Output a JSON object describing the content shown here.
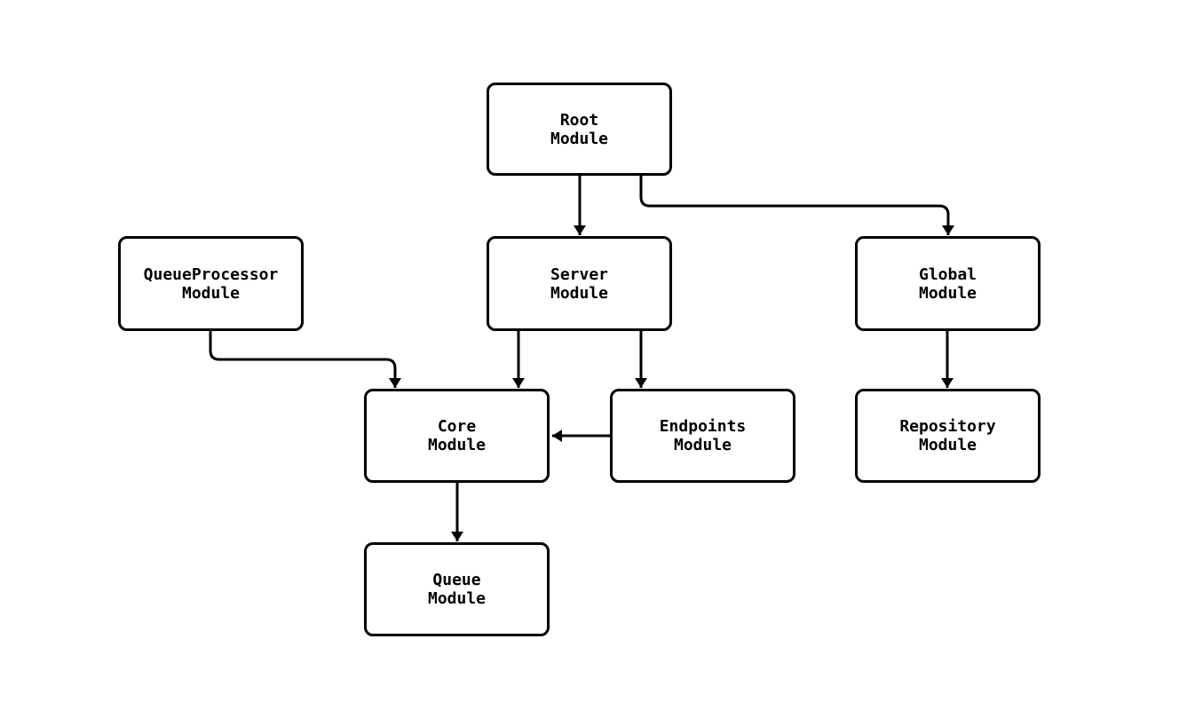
{
  "diagram": {
    "type": "flowchart",
    "direction": "top-down",
    "colors": {
      "background": "#ffffff",
      "node_fill": "#ffffff",
      "node_border": "#000000",
      "text": "#000000",
      "edge": "#000000"
    },
    "nodes": [
      {
        "id": "root",
        "lines": [
          "Root",
          "Module"
        ]
      },
      {
        "id": "queueprocessor",
        "lines": [
          "QueueProcessor",
          "Module"
        ]
      },
      {
        "id": "server",
        "lines": [
          "Server",
          "Module"
        ]
      },
      {
        "id": "global",
        "lines": [
          "Global",
          "Module"
        ]
      },
      {
        "id": "core",
        "lines": [
          "Core",
          "Module"
        ]
      },
      {
        "id": "endpoints",
        "lines": [
          "Endpoints",
          "Module"
        ]
      },
      {
        "id": "repository",
        "lines": [
          "Repository",
          "Module"
        ]
      },
      {
        "id": "queue",
        "lines": [
          "Queue",
          "Module"
        ]
      }
    ],
    "edges": [
      {
        "from": "root",
        "to": "server"
      },
      {
        "from": "root",
        "to": "global"
      },
      {
        "from": "queueprocessor",
        "to": "core"
      },
      {
        "from": "server",
        "to": "core"
      },
      {
        "from": "server",
        "to": "endpoints"
      },
      {
        "from": "endpoints",
        "to": "core"
      },
      {
        "from": "global",
        "to": "repository"
      },
      {
        "from": "core",
        "to": "queue"
      }
    ]
  }
}
